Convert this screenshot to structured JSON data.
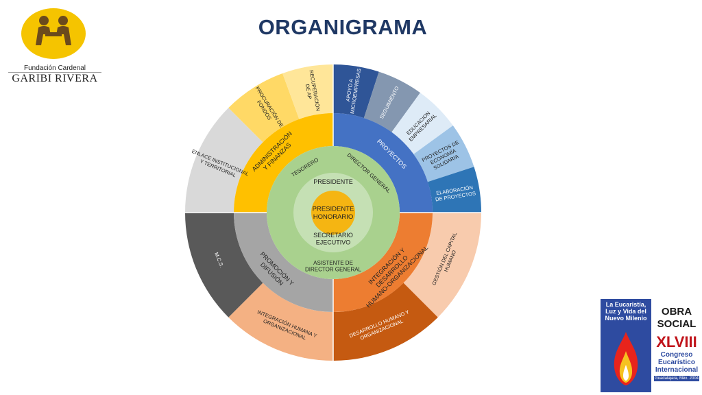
{
  "title": "ORGANIGRAMA",
  "logo": {
    "line1": "Fundación Cardenal",
    "line2": "GARIBI RIVERA"
  },
  "badge": {
    "left_text": "La Eucaristía, Luz y Vida del Nuevo Milenio",
    "right_title": "OBRA SOCIAL",
    "number": "XLVIII",
    "line1": "Congreso",
    "line2": "Eucarístico",
    "line3": "Internacional",
    "footer": "Guadalajara, Méx. 2004"
  },
  "center": {
    "label": "PRESIDENTE HONORARIO",
    "color": "#f5b512"
  },
  "inner_ring": {
    "top": "PRESIDENTE",
    "bottom": "SECRETARIO EJECUTIVO",
    "color": "#c5e0b4"
  },
  "middle_ring": {
    "color": "#a9d18e",
    "labels": [
      "TESORERO",
      "DIRECTOR GENERAL",
      "ASISTENTE DE DIRECTOR GENERAL"
    ]
  },
  "departments": [
    {
      "label": "ADMINISTRACIÓN Y FINANZAS",
      "color": "#ffc000"
    },
    {
      "label": "PROYECTOS",
      "color": "#4472c4"
    },
    {
      "label": "INTEGRACIÓN Y DESARROLLO HUMANO-ORGANIZACIONAL",
      "color": "#ed7d31"
    },
    {
      "label": "PROMOCIÓN Y DIFUSIÓN",
      "color": "#a5a5a5"
    }
  ],
  "outer_segments": [
    {
      "label": "APOYO A MICROEMPRESAS",
      "color": "#2f5597"
    },
    {
      "label": "SEGUIMIENTO",
      "color": "#8497b0"
    },
    {
      "label": "EDUCACION EMPRESARIAL",
      "color": "#deebf7"
    },
    {
      "label": "PROYECTOS DE ECONOMÍA SOLIDARIA",
      "color": "#9dc3e6"
    },
    {
      "label": "ELABORACIÓN DE PROYECTOS",
      "color": "#2e75b6"
    },
    {
      "label": "GESTIÓN DEL CAPITAL HUMANO",
      "color": "#f8cbad"
    },
    {
      "label": "DESARROLLO HUMANO Y ORGANIZACIONAL",
      "color": "#c55a11"
    },
    {
      "label": "INTEGRACIÓN HUMANA Y ORGANIZACIONAL",
      "color": "#f4b183"
    },
    {
      "label": "M.C.S.",
      "color": "#595959"
    },
    {
      "label": "ENLACE INSTITUCIONAL Y TERRITORIAL",
      "color": "#d9d9d9"
    },
    {
      "label": "PROCURACIÓN DE FONDOS",
      "color": "#ffd966"
    },
    {
      "label": "RECUPERACIÓN DE AP",
      "color": "#ffe699"
    }
  ]
}
